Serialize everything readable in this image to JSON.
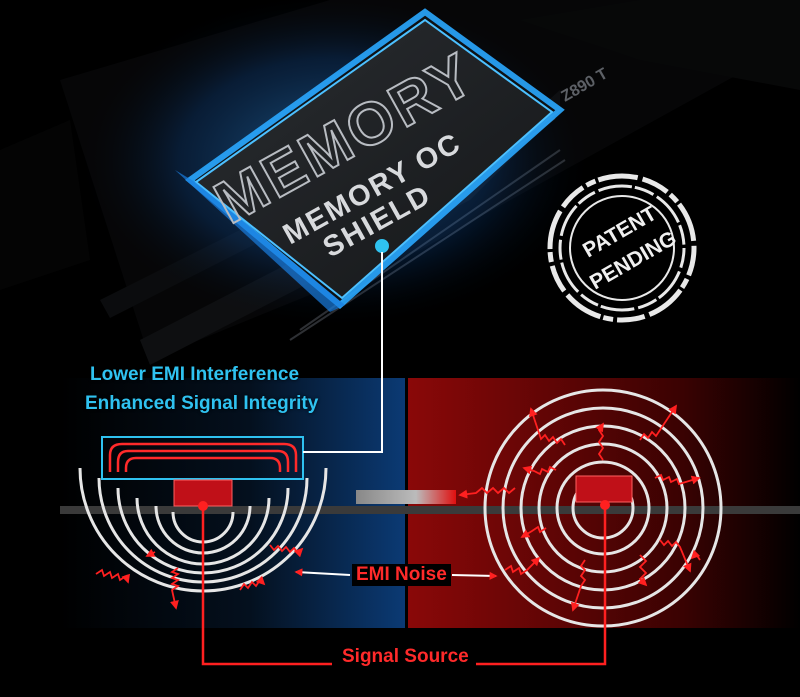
{
  "chip": {
    "brand_text": "MEMORY",
    "title_line1": "MEMORY OC",
    "title_line2": "SHIELD",
    "board_text": "Z890 T"
  },
  "stamp": {
    "line1": "PATENT",
    "line2": "PENDING"
  },
  "labels": {
    "benefit_1": "Lower EMI Interference",
    "benefit_2": "Enhanced Signal Integrity",
    "emi_noise": "EMI Noise",
    "signal_source": "Signal Source"
  },
  "colors": {
    "accent_blue": "#2fc2f0",
    "accent_red": "#ff2020",
    "panel_red": "#7a0606",
    "panel_blue": "#0a2a55"
  }
}
